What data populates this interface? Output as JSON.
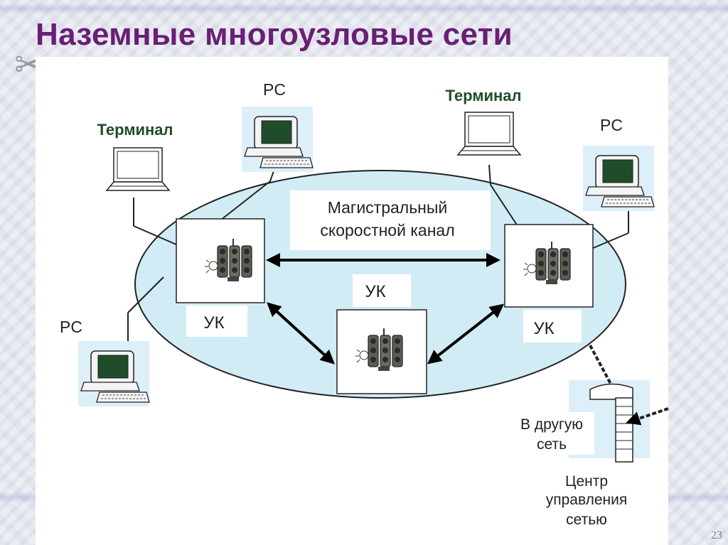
{
  "slide": {
    "title": "Наземные многоузловые сети",
    "page_number": "23"
  },
  "diagram": {
    "backbone_label_line1": "Магистральный",
    "backbone_label_line2": "скоростной канал",
    "nodes": {
      "switch_left_label": "УК",
      "switch_center_label": "УК",
      "switch_right_label": "УК"
    },
    "devices": {
      "terminal_left_label": "Терминал",
      "terminal_right_label": "Терминал",
      "pc_top_label": "PC",
      "pc_right_label": "PC",
      "pc_left_label": "PC"
    },
    "other_network_line1": "В другую",
    "other_network_line2": "сеть",
    "control_center_line1": "Центр",
    "control_center_line2": "управления",
    "control_center_line3": "сетью"
  },
  "colors": {
    "title": "#6a1e74",
    "ellipse_fill": "#d2ecf6",
    "terminal_label": "#1f4d2a",
    "device_highlight": "#ddeff8"
  }
}
